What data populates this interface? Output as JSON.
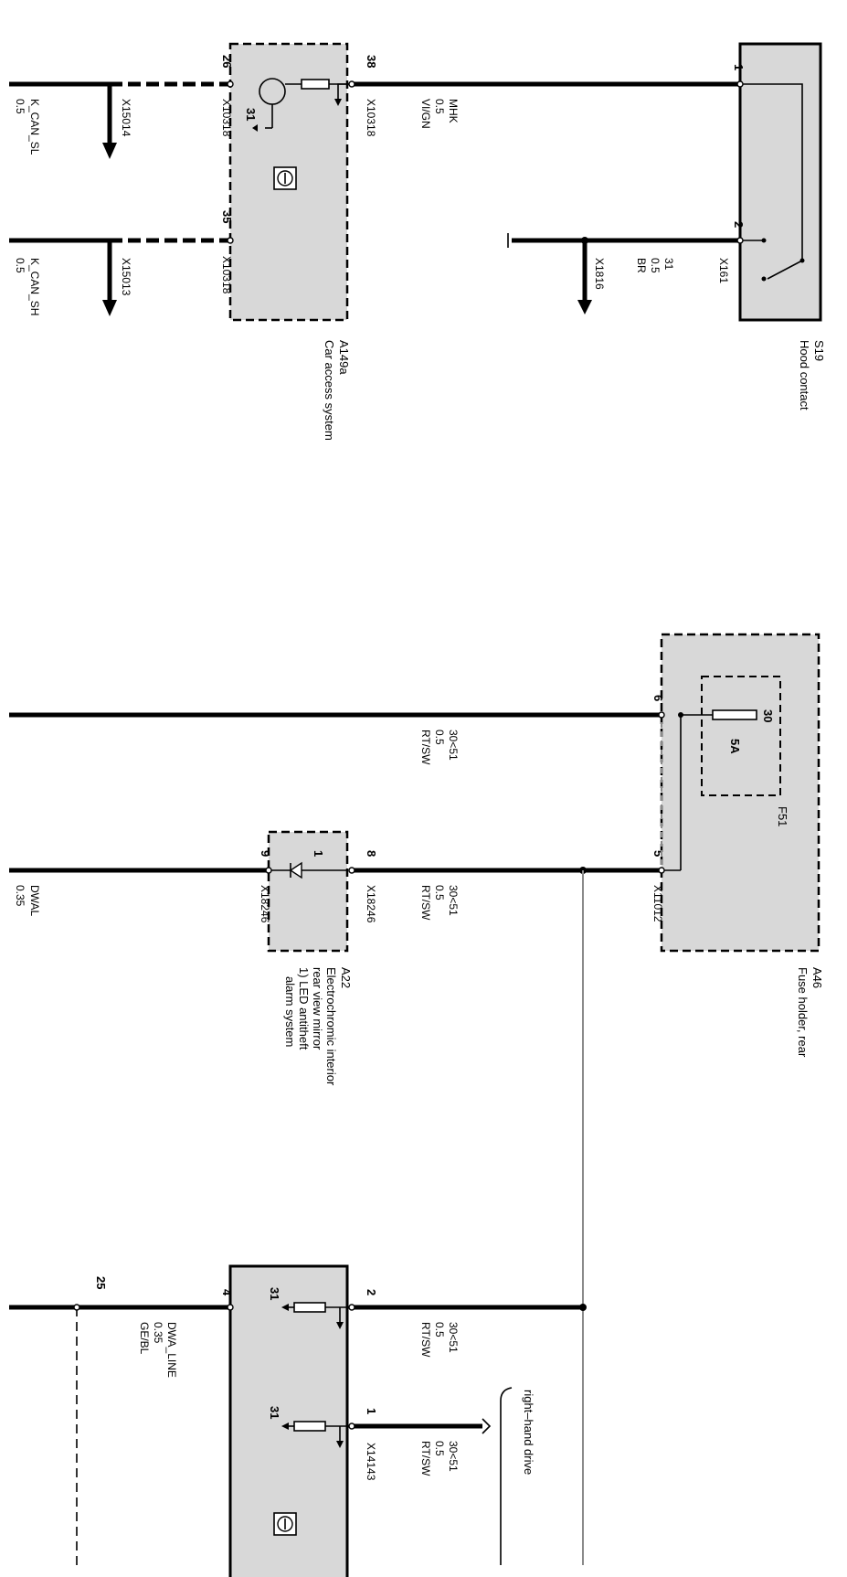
{
  "components": {
    "s19": {
      "id": "S19",
      "name": "Hood contact",
      "connector": "X161",
      "pin1": "1",
      "pin2": "2"
    },
    "a149a": {
      "id": "A149a",
      "name": "Car access system",
      "connector": "X10318",
      "pin_a": "38",
      "pin_b": "26",
      "pin_c": "35",
      "ground": "31"
    },
    "a46": {
      "id": "A46",
      "name": "Fuse holder, rear",
      "connector": "X11012",
      "pin_6": "6",
      "pin_5": "5",
      "fuse": "F51",
      "fuse_rating": "5A",
      "fuse_term": "30"
    },
    "a22": {
      "id": "A22",
      "name_line1": "Electrochromic interior",
      "name_line2": "rear view mirror",
      "name_line3": "1) LED antitheft",
      "name_line4": "alarm system",
      "connector": "X18246",
      "pin_8": "8",
      "pin_9": "9",
      "led_note": "1"
    },
    "module4": {
      "connector": "X14143",
      "pin_2": "2",
      "pin_4": "4",
      "pin_1": "1",
      "pin_25": "25",
      "ground1": "31",
      "ground2": "31"
    }
  },
  "wires": {
    "mhk": {
      "name": "MHK",
      "size": "0.5",
      "color": "VI/GN"
    },
    "gnd31": {
      "name": "31",
      "size": "0.5",
      "color": "BR",
      "connector": "X1816"
    },
    "k_can_sl": {
      "name": "K_CAN_SL",
      "size": "0.5",
      "connector": "X15014"
    },
    "k_can_sh": {
      "name": "K_CAN_SH",
      "size": "0.5",
      "connector": "X15013"
    },
    "f30_a": {
      "name": "30<51",
      "size": "0.5",
      "color": "RT/SW"
    },
    "f30_b": {
      "name": "30<51",
      "size": "0.5",
      "color": "RT/SW"
    },
    "dwal": {
      "name": "DWAL",
      "size": "0.35"
    },
    "f30_c": {
      "name": "30<51",
      "size": "0.5",
      "color": "RT/SW"
    },
    "f30_d": {
      "name": "30<51",
      "size": "0.5",
      "color": "RT/SW"
    },
    "dwa_line": {
      "name": "DWA_LINE",
      "size": "0.35",
      "color": "GE/BL"
    }
  },
  "notes": {
    "rhd": "right–hand drive"
  }
}
